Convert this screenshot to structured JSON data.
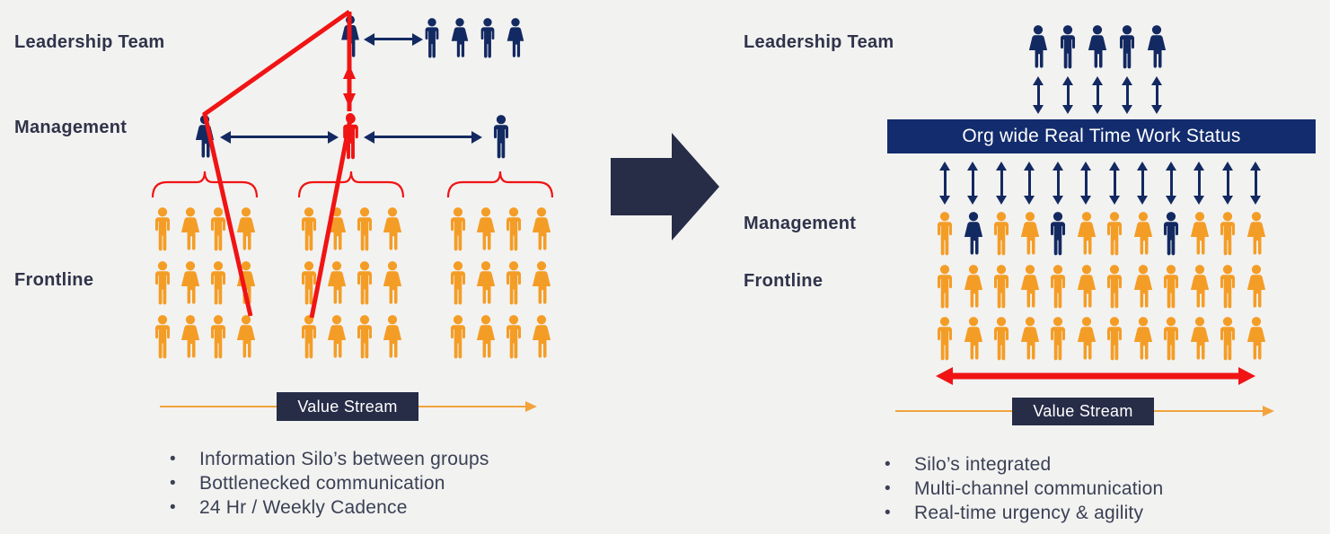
{
  "colors": {
    "background": "#F2F2F1",
    "navy": "#132961",
    "charcoal": "#272C47",
    "org_banner_bg": "#122C6D",
    "orange": "#F49D26",
    "red": "#F01414",
    "label_text": "#303349",
    "bullet_text": "#3B4054",
    "orange_line": "#F2A33C"
  },
  "left": {
    "labels": {
      "leadership": "Leadership Team",
      "management": "Management",
      "frontline": "Frontline"
    },
    "value_stream": "Value Stream",
    "bullets": [
      "Information Silo’s between groups",
      "Bottlenecked communication",
      "24 Hr / Weekly Cadence"
    ],
    "figures": {
      "leader": {
        "count": 1,
        "start": "F",
        "color": "navy",
        "w": 26,
        "h": 49,
        "gap": 0
      },
      "leadership_group": {
        "count": 4,
        "start": "M",
        "color": "navy",
        "w": 26,
        "h": 46,
        "gap": 5
      },
      "manager_left": {
        "count": 1,
        "start": "F",
        "color": "navy",
        "w": 26,
        "h": 50,
        "gap": 0
      },
      "manager_center": {
        "count": 1,
        "start": "M",
        "color": "red",
        "w": 27,
        "h": 52,
        "gap": 0
      },
      "manager_right": {
        "count": 1,
        "start": "M",
        "color": "navy",
        "w": 26,
        "h": 50,
        "gap": 0
      },
      "frontline_group": {
        "count": 4,
        "rows": 3,
        "start": "M",
        "color": "orange",
        "w": 26,
        "h": 50,
        "gap": 5,
        "rowGap": 10
      }
    }
  },
  "right": {
    "labels": {
      "leadership": "Leadership Team",
      "management": "Management",
      "frontline": "Frontline"
    },
    "org_banner": "Org wide Real Time Work Status",
    "value_stream": "Value Stream",
    "bullets": [
      "Silo’s integrated",
      "Multi-channel communication",
      "Real-time urgency & agility"
    ],
    "figures": {
      "leadership_row": {
        "count": 5,
        "start": "F",
        "color": "navy",
        "w": 28,
        "h": 50,
        "gap": 5
      },
      "management_row": {
        "count": 12,
        "start": "M",
        "color": "orange",
        "navy": [
          1,
          4,
          8
        ],
        "w": 26,
        "h": 50,
        "gap": 5.5
      },
      "frontline_rows": {
        "count": 12,
        "rows": 2,
        "start": "M",
        "color": "orange",
        "w": 26,
        "h": 50,
        "gap": 5.5,
        "rowGap": 8
      }
    },
    "arrow_rows": {
      "leadership_arrows": {
        "count": 5,
        "w": 28,
        "gap": 5
      },
      "management_arrows": {
        "count": 12,
        "w": 26,
        "gap": 5.5
      }
    }
  }
}
